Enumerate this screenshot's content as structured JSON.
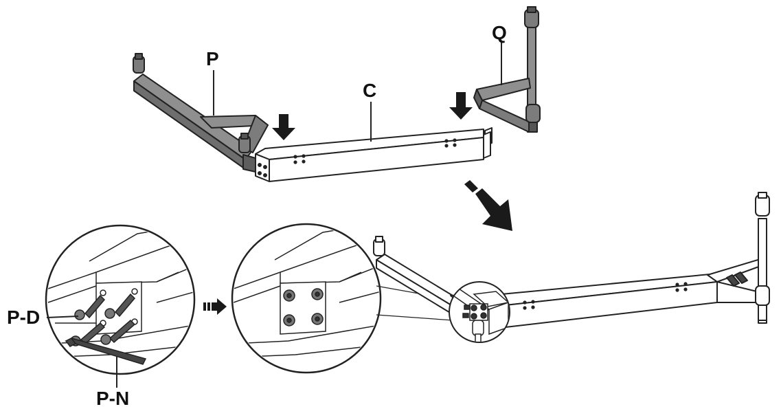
{
  "labels": {
    "p": "P",
    "q": "Q",
    "c": "C",
    "pd": "P-D",
    "pn": "P-N"
  },
  "colors": {
    "frame_fill": "#8f8f8f",
    "frame_shade": "#6e6e6e",
    "line": "#222222",
    "background": "#ffffff",
    "arrow": "#1a1a1a"
  },
  "icons": {
    "step_arrow": "down-arrow-icon",
    "result_arrow": "diagonal-arrow-icon",
    "detail_arrow": "right-arrow-icon"
  }
}
